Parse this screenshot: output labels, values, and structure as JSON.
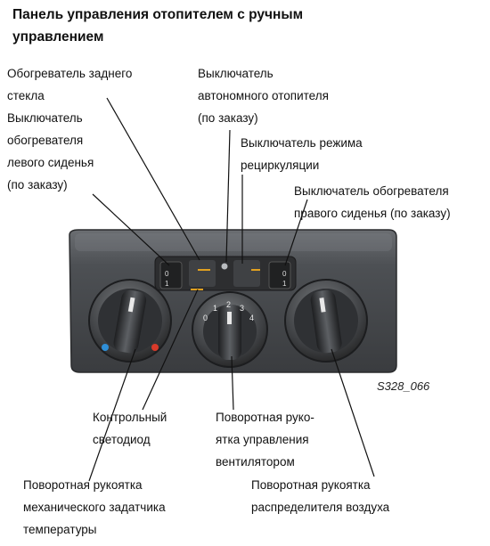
{
  "title": [
    "Панель управления отопителем с ручным",
    "управлением"
  ],
  "labels": {
    "rear_window": [
      "Обогреватель заднего",
      "стекла"
    ],
    "left_seat": [
      "Выключатель",
      "обогревателя",
      "левого сиденья",
      "(по заказу)"
    ],
    "aux_heater": [
      "Выключатель",
      "автономного отопителя",
      "(по заказу)"
    ],
    "recirculation": [
      "Выключатель режима",
      "рециркуляции"
    ],
    "right_seat": [
      "Выключатель обогревателя",
      "правого сиденья (по заказу)"
    ],
    "led": [
      "Контрольный",
      "светодиод"
    ],
    "fan_knob": [
      "Поворотная руко-",
      "ятка управления",
      "вентилятором"
    ],
    "temp_knob": [
      "Поворотная рукоятка",
      "механического задатчика",
      "температуры"
    ],
    "air_knob": [
      "Поворотная рукоятка",
      "распределителя воздуха"
    ]
  },
  "fan_scale": [
    "0",
    "1",
    "2",
    "3",
    "4"
  ],
  "switch_marks": [
    "0",
    "1"
  ],
  "figure_code": "S328_066",
  "colors": {
    "panel": "#4a4c4f",
    "cold": "#2f8fd8",
    "hot": "#d83a2a",
    "indicator": "#e0a020"
  }
}
